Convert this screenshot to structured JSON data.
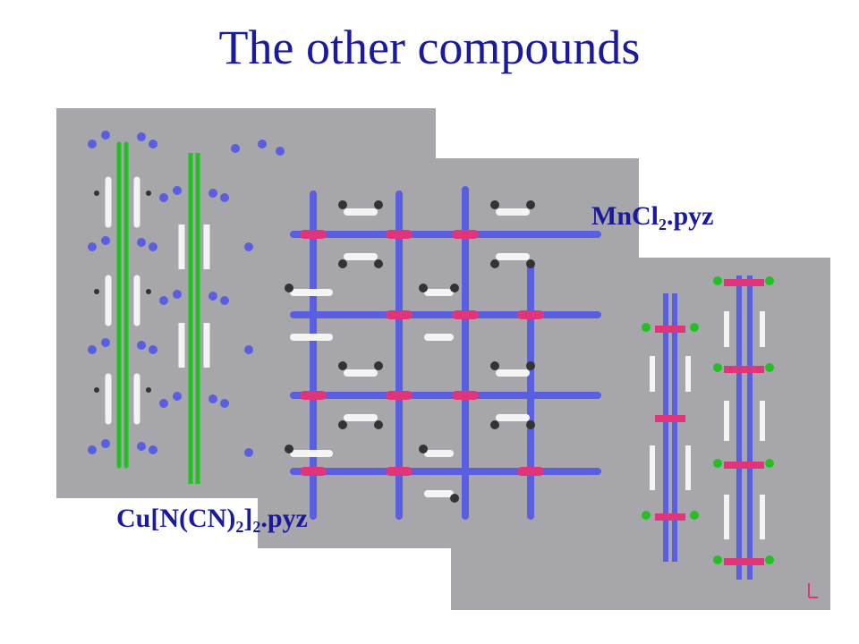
{
  "slide": {
    "title": "The other compounds"
  },
  "labels": {
    "mncl": {
      "base": "MnCl",
      "sub": "2",
      "rest": ".pyz"
    },
    "cu": {
      "base": "Cu[N(CN)",
      "sub1": "2",
      "mid": "]",
      "sub2": "2",
      "rest": ".pyz"
    }
  },
  "colors": {
    "title": "#1a1a9c",
    "panel_bg": "#a7a7ab",
    "bond_blue": "#5a5ee0",
    "bond_pink": "#e0357a",
    "bond_green": "#22c022",
    "atom_white": "#f4f4f4",
    "atom_dark": "#333333"
  },
  "images": [
    {
      "name": "cu-dicyanamide-pyrazine-structure"
    },
    {
      "name": "mncl2-pyrazine-structure"
    },
    {
      "name": "framework-structure"
    }
  ]
}
